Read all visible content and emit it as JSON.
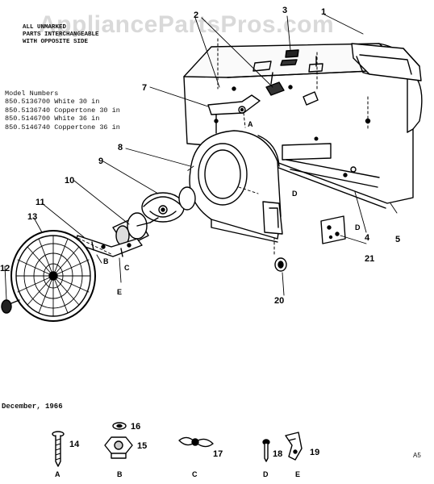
{
  "watermark": "AppliancePartsPros.com",
  "note": [
    "ALL UNMARKED",
    "PARTS INTERCHANGEABLE",
    "WITH OPPOSITE SIDE"
  ],
  "models": {
    "heading": "Model Numbers",
    "lines": [
      "850.5136700 White 30 in",
      "850.5136740 Coppertone 30 in",
      "850.5146700 White 36 in",
      "850.5146740 Coppertone 36 in"
    ]
  },
  "date": "December, 1966",
  "diagram_code": "A5",
  "callouts": {
    "c1": "1",
    "c2": "2",
    "c3": "3",
    "c4": "4",
    "c5": "5",
    "c7": "7",
    "c8": "8",
    "c9": "9",
    "c10": "10",
    "c11": "11",
    "c12": "12",
    "c13": "13",
    "c20": "20",
    "c21": "21",
    "c14": "14",
    "c15": "15",
    "c16": "16",
    "c17": "17",
    "c18": "18",
    "c19": "19"
  },
  "letters": {
    "A": "A",
    "B": "B",
    "C": "C",
    "D": "D",
    "E": "E"
  }
}
